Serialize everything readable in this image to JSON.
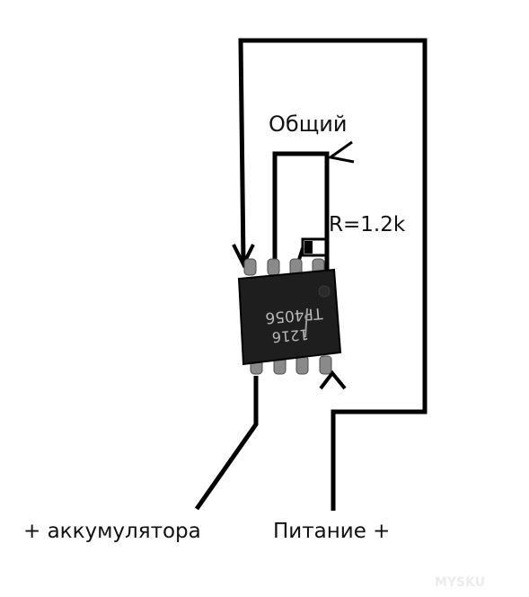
{
  "labels": {
    "common": "Общий",
    "resistor": "R=1.2k",
    "battery": "+ аккумулятора",
    "power": "Питание +"
  },
  "chip": {
    "marking": "TP4056",
    "date_code": "1216"
  },
  "watermark": "MYSKU",
  "colors": {
    "wire": "#000000",
    "chip_body": "#1e1e1e",
    "pin": "#8a8a8a",
    "text": "#111111"
  }
}
